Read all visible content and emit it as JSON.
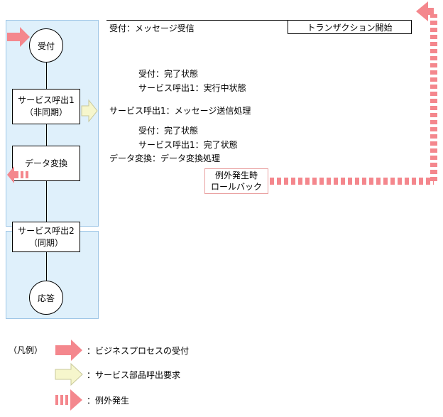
{
  "colors": {
    "lane_fill": "#dff0fb",
    "lane_border": "#9ec6e6",
    "accept_arrow": "#f4878d",
    "service_arrow": "#f6f6cc",
    "service_arrow_border": "#c8c89a",
    "exception": "#f4878d"
  },
  "flow": {
    "start_label": "受付",
    "service1_line1": "サービス呼出1",
    "service1_line2": "（非同期）",
    "convert_label": "データ変換",
    "service2_line1": "サービス呼出2",
    "service2_line2": "（同期）",
    "end_label": "応答"
  },
  "log": {
    "line1": "受付：メッセージ受信",
    "transaction_start": "トランザクション開始",
    "line2": "受付：完了状態",
    "line3": "サービス呼出1：実行中状態",
    "line4": "サービス呼出1：メッセージ送信処理",
    "line5": "受付：完了状態",
    "line6": "サービス呼出1：完了状態",
    "line7": "データ変換：データ変換処理",
    "exception_line1": "例外発生時",
    "exception_line2": "ロールバック"
  },
  "legend": {
    "title": "（凡例）",
    "item1": "：ビジネスプロセスの受付",
    "item2": "：サービス部品呼出要求",
    "item3": "：例外発生"
  }
}
